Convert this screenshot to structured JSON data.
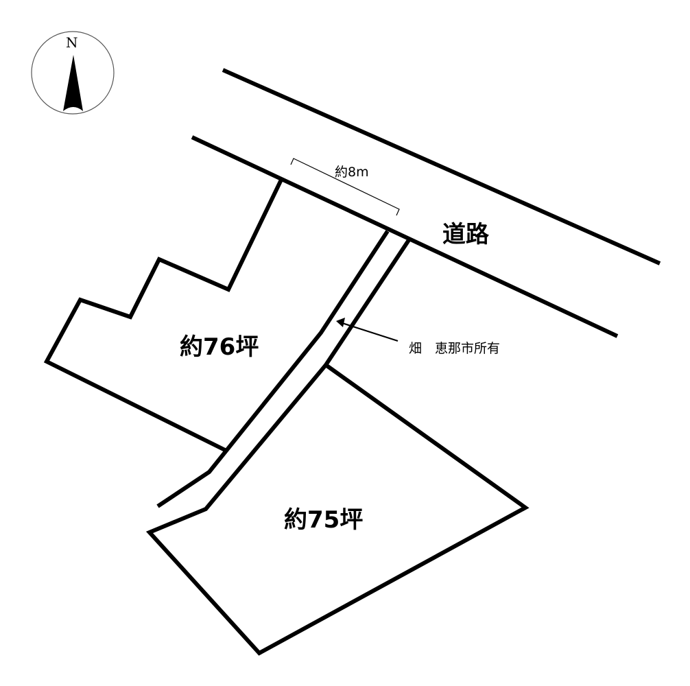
{
  "compass": {
    "north_label": "N"
  },
  "labels": {
    "frontage": "約8m",
    "road": "道路",
    "plot_upper": "約76坪",
    "plot_lower": "約75坪",
    "strip_note": "畑　恵那市所有"
  },
  "colors": {
    "line": "#000000",
    "background": "#ffffff"
  }
}
